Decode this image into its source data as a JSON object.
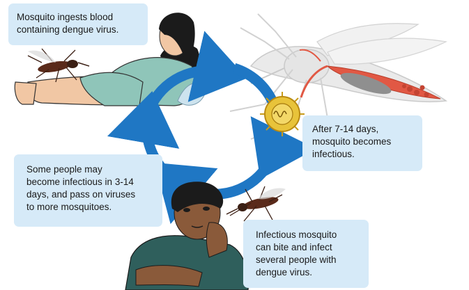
{
  "steps": [
    {
      "lines": [
        "Mosquito ingests blood",
        "containing dengue virus."
      ]
    },
    {
      "lines": [
        "After 7-14 days,",
        "mosquito becomes",
        "infectious."
      ]
    },
    {
      "lines": [
        "Some people may",
        "become infectious in 3-14",
        "days, and pass on viruses",
        "to more mosquitoes."
      ]
    },
    {
      "lines": [
        "Infectious mosquito",
        "can bite and infect",
        "several people with",
        "dengue virus."
      ]
    }
  ],
  "colors": {
    "callout_bg": "#d6eaf8",
    "cycle_arrow": "#1f77c4",
    "virus": "#e8c33a",
    "mosquito_outline": "#cfcfcf",
    "blood_gut": "#e0503a"
  },
  "icons": [
    "woman-patient-icon",
    "mosquito-icon",
    "virus-particle-icon",
    "infected-mosquito-anatomy-icon",
    "boy-patient-icon",
    "cycle-arrows-icon"
  ]
}
